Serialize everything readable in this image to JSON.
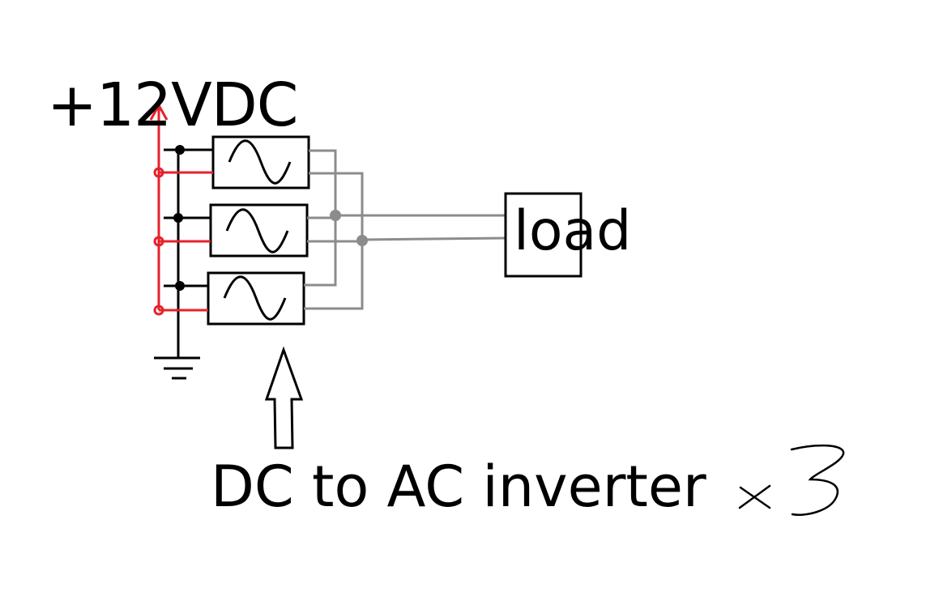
{
  "diagram": {
    "supply_label": "+12VDC",
    "load_label": "load",
    "caption": "DC to AC inverter",
    "multiplier_mark": "×3",
    "inverter_count": 3,
    "inverter_symbol": "sine-wave-icon",
    "colors": {
      "background": "#ffffff",
      "dc_positive": "#e8202a",
      "dc_ground": "#000000",
      "ac_output": "#8c8c8c",
      "ink": "#000000"
    }
  }
}
